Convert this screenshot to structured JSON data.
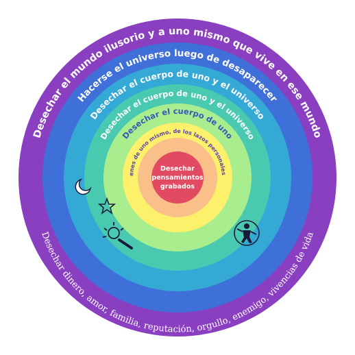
{
  "diagram": {
    "rings": [
      {
        "id": "ring-1",
        "label": "Desechar el mundo ilusorio y a uno mismo que vive en ese mundo",
        "color": "#8a3fc0",
        "text_color": "#ffffff"
      },
      {
        "id": "ring-2",
        "label": "Hacerse el universo luego de desaparecer",
        "color": "#3f6fd8",
        "text_color": "#ffffff"
      },
      {
        "id": "ring-3",
        "label": "Desechar el cuerpo de uno y el universo",
        "color": "#34a9d6",
        "text_color": "#ffffff"
      },
      {
        "id": "ring-4",
        "label": "Desechar el cuerpo de uno y el universo",
        "color": "#49c9b0",
        "text_color": "#ffffff"
      },
      {
        "id": "ring-5",
        "label": "Desechar el cuerpo de uno",
        "color": "#a8ee8f",
        "text_color": "#3a57b8"
      },
      {
        "id": "ring-6",
        "label": "Desechar Imágenes de uno mismo, de los lazos personales y a uno mismo",
        "color": "#fdf06a",
        "text_color": "#5b44a8"
      },
      {
        "id": "ring-7",
        "label": "",
        "color": "#f9c08a",
        "text_color": "#ffffff"
      }
    ],
    "center": {
      "lines": [
        "Desechar",
        "pensamientos",
        "grabados"
      ],
      "color": "#e24a62"
    },
    "bottom_label": "Desechar dinero, amor, familia, reputación, orgullo, enemigo, vivencias de vida",
    "icons": [
      "moon-icon",
      "star-icon",
      "sun-icon",
      "person-icon"
    ]
  }
}
